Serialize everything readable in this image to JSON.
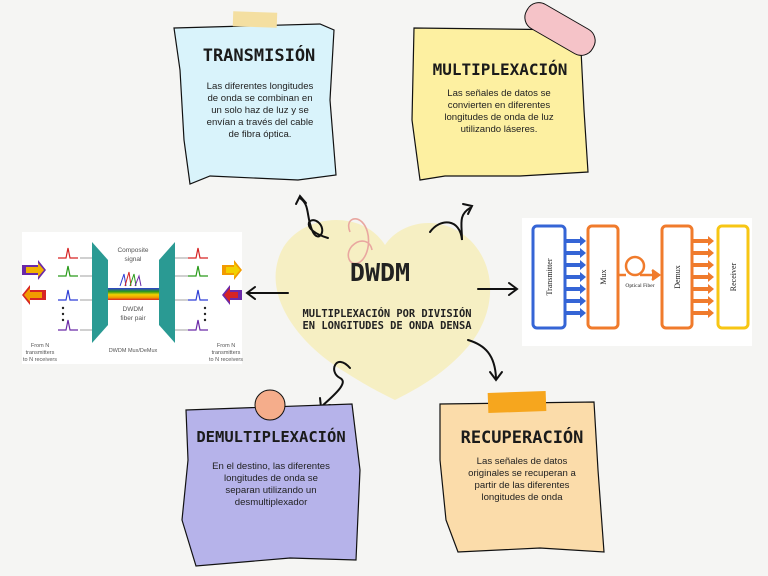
{
  "center": {
    "title": "DWDM",
    "subtitle_line1": "MULTIPLEXACIÓN POR DIVISIÓN",
    "subtitle_line2": "EN LONGITUDES DE ONDA DENSA"
  },
  "notes": {
    "transmision": {
      "title": "TRANSMISIÓN",
      "lines": [
        "Las diferentes longitudes",
        "de onda se combinan en",
        "un solo haz de luz y se",
        "envían a través del cable",
        "de fibra óptica."
      ]
    },
    "multiplexacion": {
      "title": "MULTIPLEXACIÓN",
      "lines": [
        "Las señales de datos se",
        "convierten en diferentes",
        "longitudes de onda de luz",
        "utilizando láseres."
      ]
    },
    "demultiplexacion": {
      "title": "DEMULTIPLEXACIÓN",
      "lines": [
        "En el destino, las diferentes",
        "longitudes de onda se",
        "separan utilizando un",
        "desmultiplexador"
      ]
    },
    "recuperacion": {
      "title": "RECUPERACIÓN",
      "lines": [
        "Las señales de datos",
        "originales se recuperan a",
        "partir de las diferentes",
        "longitudes de onda"
      ]
    }
  },
  "left_diagram": {
    "composite": [
      "Composite",
      "signal"
    ],
    "fiber": [
      "DWDM",
      "fiber pair"
    ],
    "mux": "DWDM Mux/DeMux",
    "left_bottom": [
      "From N",
      "transmitters",
      "to N receivers"
    ],
    "right_bottom": [
      "From N",
      "transmitters",
      "to N receivers"
    ]
  },
  "right_diagram": {
    "transmitter": "Transmitter",
    "mux": "Mux",
    "optical_fiber": "Optical Fiber",
    "demux": "Demux",
    "receiver": "Receiver"
  },
  "colors": {
    "transmision_note": "#d9f3fb",
    "multiplexacion_note": "#fdf0a1",
    "demultiplexacion_note": "#b6b3ea",
    "recuperacion_note": "#fbdcaa",
    "center_blob": "#f6efc3",
    "tape_pink": "#f5c3c8",
    "tape_yellow": "#f4dfa1",
    "tape_orange": "#f6a61e",
    "pin_peach": "#f5ad8b",
    "blue": "#3565d6",
    "orange": "#f07b2c",
    "yellow": "#f7c614",
    "teal": "#2a9a93"
  }
}
